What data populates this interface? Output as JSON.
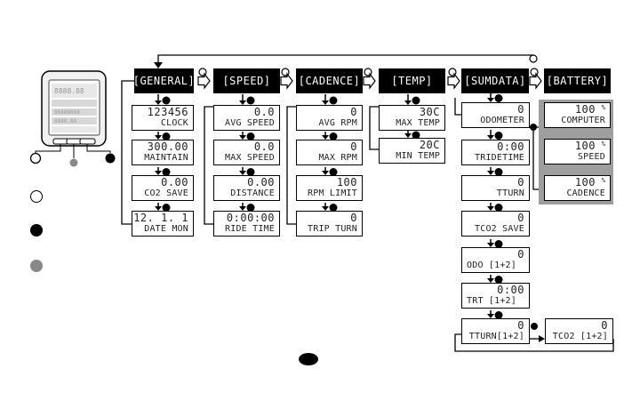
{
  "headers": {
    "general": "[GENERAL]",
    "speed": "[SPEED]",
    "cadence": "[CADENCE]",
    "temp": "[TEMP]",
    "sumdata": "[SUMDATA]",
    "battery": "[BATTERY]"
  },
  "general": [
    {
      "value": "123456",
      "label": "CLOCK"
    },
    {
      "value": "300.00",
      "label": "MAINTAIN"
    },
    {
      "value": "0.00",
      "label": "CO2 SAVE"
    },
    {
      "value": "12. 1. 1",
      "label": "DATE MON"
    }
  ],
  "speed": [
    {
      "value": "0.0",
      "label": "AVG SPEED"
    },
    {
      "value": "0.0",
      "label": "MAX SPEED"
    },
    {
      "value": "0.00",
      "label": "DISTANCE"
    },
    {
      "value": "0:00:00",
      "label": "RIDE TIME"
    }
  ],
  "cadence": [
    {
      "value": "0",
      "label": "AVG RPM"
    },
    {
      "value": "0",
      "label": "MAX RPM"
    },
    {
      "value": "100",
      "label": "RPM LIMIT"
    },
    {
      "value": "0",
      "label": "TRIP TURN"
    }
  ],
  "temp": [
    {
      "value": "30C",
      "label": "MAX TEMP"
    },
    {
      "value": "20C",
      "label": "MIN TEMP"
    }
  ],
  "sumdata": [
    {
      "value": "0",
      "label": "ODOMETER"
    },
    {
      "value": "0:00",
      "label": "TRIDETIME"
    },
    {
      "value": "0",
      "label": "TTURN"
    },
    {
      "value": "0",
      "label": "TCO2 SAVE"
    },
    {
      "value": "0",
      "label": "ODO [1+2]"
    },
    {
      "value": "0:00",
      "label": "TRT [1+2]"
    },
    {
      "value": "0",
      "label": "TTURN[1+2]"
    },
    {
      "value": "0",
      "label": "TCO2 [1+2]"
    }
  ],
  "battery": {
    "percent_symbol": "%",
    "items": [
      {
        "value": "100",
        "label": "COMPUTER"
      },
      {
        "value": "100",
        "label": "SPEED"
      },
      {
        "value": "100",
        "label": "CADENCE"
      }
    ]
  },
  "device": {
    "line1": "8888.88",
    "line2": "88888888",
    "line3": "8888.88"
  }
}
